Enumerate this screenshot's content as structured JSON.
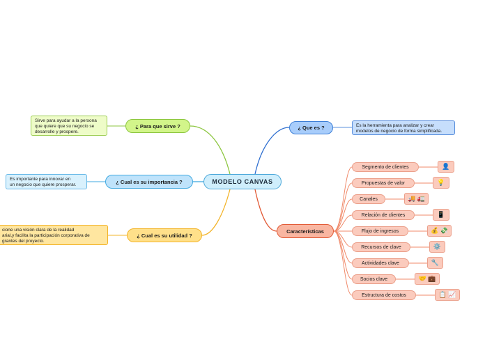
{
  "central": {
    "label": "MODELO CANVAS"
  },
  "branches": {
    "para_que_sirve": {
      "label": "¿ Para que sirve ?",
      "note": "Sirve para ayudar a la persona\nque quiere que su negocio se\ndesarrolle y prospere."
    },
    "importancia": {
      "label": "¿ Cual es su importancia ?",
      "note": "Es importante para innovar en\nun negocio que quiere prosperar."
    },
    "utilidad": {
      "label": "¿ Cual es su utilidad ?",
      "note": "cione una visión clara de la realidad\narial,y facilita la participación corporativa de\ngrantes del proyecto."
    },
    "que_es": {
      "label": "¿ Que es ?",
      "note": "Es la herramienta para analizar y crear\nmodelos de negocio de forma simplificada."
    },
    "caracteristicas": {
      "label": "Características",
      "items": [
        {
          "label": "Segmento de clientes",
          "icons": [
            "person-icon"
          ],
          "glyphs": [
            "👤"
          ]
        },
        {
          "label": "Propuestas de valor",
          "icons": [
            "lightbulb-icon"
          ],
          "glyphs": [
            "💡"
          ]
        },
        {
          "label": "Canales",
          "icons": [
            "truck-icon",
            "delivery-truck-icon"
          ],
          "glyphs": [
            "🚚",
            "🚛"
          ]
        },
        {
          "label": "Relación de clientes",
          "icons": [
            "phone-icon"
          ],
          "glyphs": [
            "📱"
          ]
        },
        {
          "label": "Flujo de ingresos",
          "icons": [
            "money-bag-icon",
            "cash-icon"
          ],
          "glyphs": [
            "💰",
            "💸"
          ]
        },
        {
          "label": "Recursos de clave",
          "icons": [
            "gear-icon"
          ],
          "glyphs": [
            "⚙️"
          ]
        },
        {
          "label": "Actividades clave",
          "icons": [
            "wrench-icon"
          ],
          "glyphs": [
            "🔧"
          ]
        },
        {
          "label": "Socios clave",
          "icons": [
            "handshake-icon",
            "briefcase-icon"
          ],
          "glyphs": [
            "🤝",
            "💼"
          ]
        },
        {
          "label": "Estructura de costos",
          "icons": [
            "clipboard-icon",
            "chart-icon"
          ],
          "glyphs": [
            "📋",
            "📈"
          ]
        }
      ]
    }
  },
  "colors": {
    "green": "#8cc63f",
    "blue": "#3fa9e0",
    "yellow": "#f3b42a",
    "que_es": "#2f6fd0",
    "caracteristicas": "#e25a36",
    "leaf_link": "#f08a6a"
  }
}
